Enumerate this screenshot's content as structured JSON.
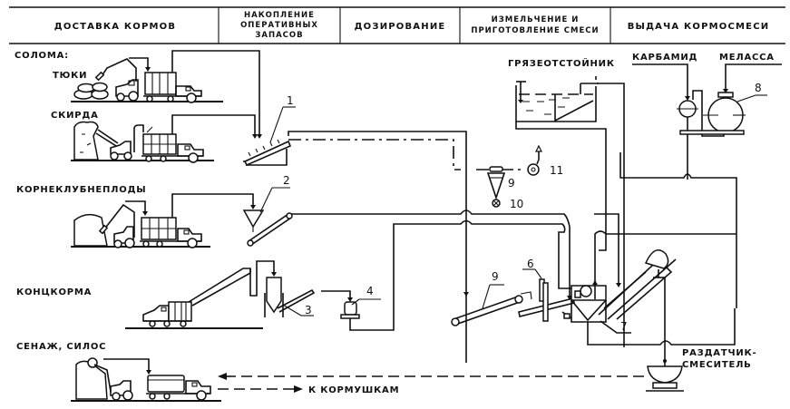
{
  "header": {
    "columns": [
      {
        "lines": [
          "Доставка кормов"
        ]
      },
      {
        "lines": [
          "Накопление",
          "оперативных",
          "запасов"
        ]
      },
      {
        "lines": [
          "Дозирование"
        ]
      },
      {
        "lines": [
          "Измельчение и",
          "приготовление смеси"
        ]
      },
      {
        "lines": [
          "Выдача кормосмеси"
        ]
      }
    ]
  },
  "sources": {
    "straw": "Солома:",
    "bales": "Тюки",
    "stack": "Скирда",
    "roots": "Корнеклубнеплоды",
    "concentrates": "Концкорма",
    "haylage": "Сенаж, силос"
  },
  "equipment": {
    "sludge_tank": "Грязеотстойник",
    "urea": "Карбамид",
    "molasses": "Меласса",
    "dispenser_line1": "Раздатчик-",
    "dispenser_line2": "смеситель",
    "to_feeders": "к кормушкам"
  },
  "markers": {
    "m1": "1",
    "m2": "2",
    "m3": "3",
    "m4": "4",
    "m6": "6",
    "m7": "7",
    "m8": "8",
    "m9a": "9",
    "m9b": "9",
    "m10": "10",
    "m11": "11"
  }
}
